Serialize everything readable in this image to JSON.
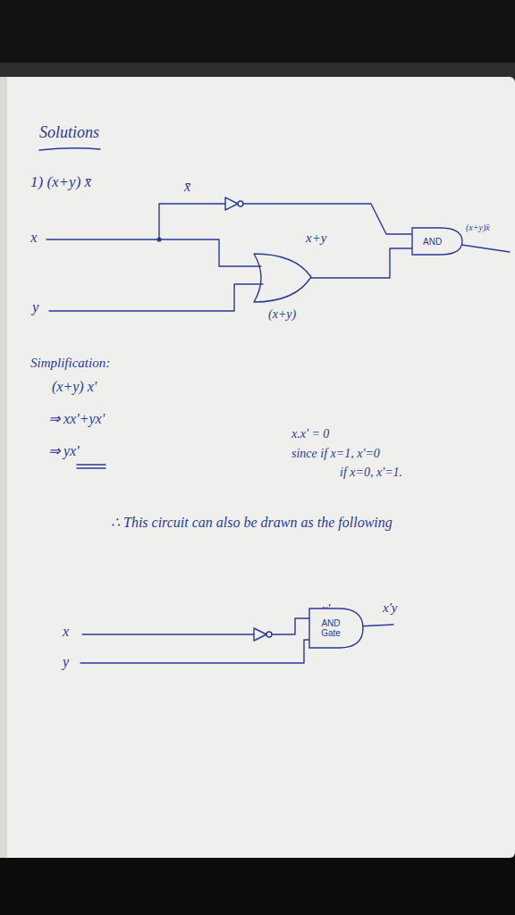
{
  "diagram": {
    "title": "Solutions",
    "nodes": [
      {
        "text": [
          "AND"
        ]
      },
      {
        "text": [
          "AND Gate"
        ]
      }
    ],
    "labels": [
      "1) (x+y) x̄",
      "x̄",
      "x",
      "x+y",
      "(x+y)x̄",
      "y",
      "(x+y)",
      "Simplification:",
      "(x+y) x'",
      "⇒ xx'+yx'",
      "x.x' = 0",
      "since if x=1, x'=0",
      "if x=0, x'=1.",
      "⇒ yx'",
      "∴ This circuit can also be drawn as the following",
      "x'",
      "x'y",
      "x",
      "y"
    ]
  }
}
